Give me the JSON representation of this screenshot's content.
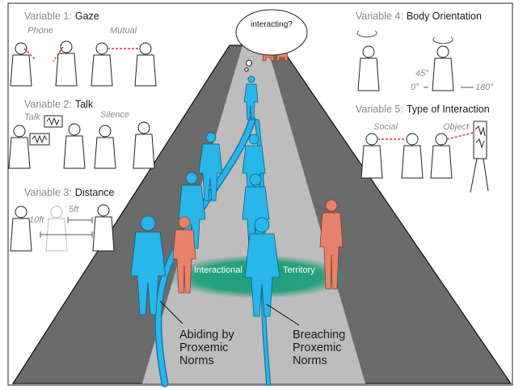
{
  "variables": {
    "v1": {
      "prefix": "Variable 1:",
      "name": "Gaze",
      "options": [
        "Phone",
        "Mutual"
      ]
    },
    "v2": {
      "prefix": "Variable 2:",
      "name": "Talk",
      "options": [
        "Talk",
        "Silence"
      ]
    },
    "v3": {
      "prefix": "Variable 3:",
      "name": "Distance",
      "options": [
        "10ft",
        "5ft"
      ]
    },
    "v4": {
      "prefix": "Variable 4:",
      "name": "Body Orientation",
      "angles": [
        "45°",
        "0°",
        "180°"
      ]
    },
    "v5": {
      "prefix": "Variable 5:",
      "name": "Type of Interaction",
      "options": [
        "Social",
        "Object"
      ]
    }
  },
  "thought_bubble": "interacting?",
  "territory": {
    "left": "Interactional",
    "right": "Territory"
  },
  "labels": {
    "abiding": [
      "Abiding by",
      "Proxemic",
      "Norms"
    ],
    "breaching": [
      "Breaching",
      "Proxemic",
      "Norms"
    ]
  },
  "colors": {
    "road": "#6b6b6b",
    "path": "#bdbdbd",
    "walker": "#29b6e8",
    "bystander": "#e8836b",
    "territory": "#1f9e7a",
    "dashed_line": "#e0312f"
  }
}
